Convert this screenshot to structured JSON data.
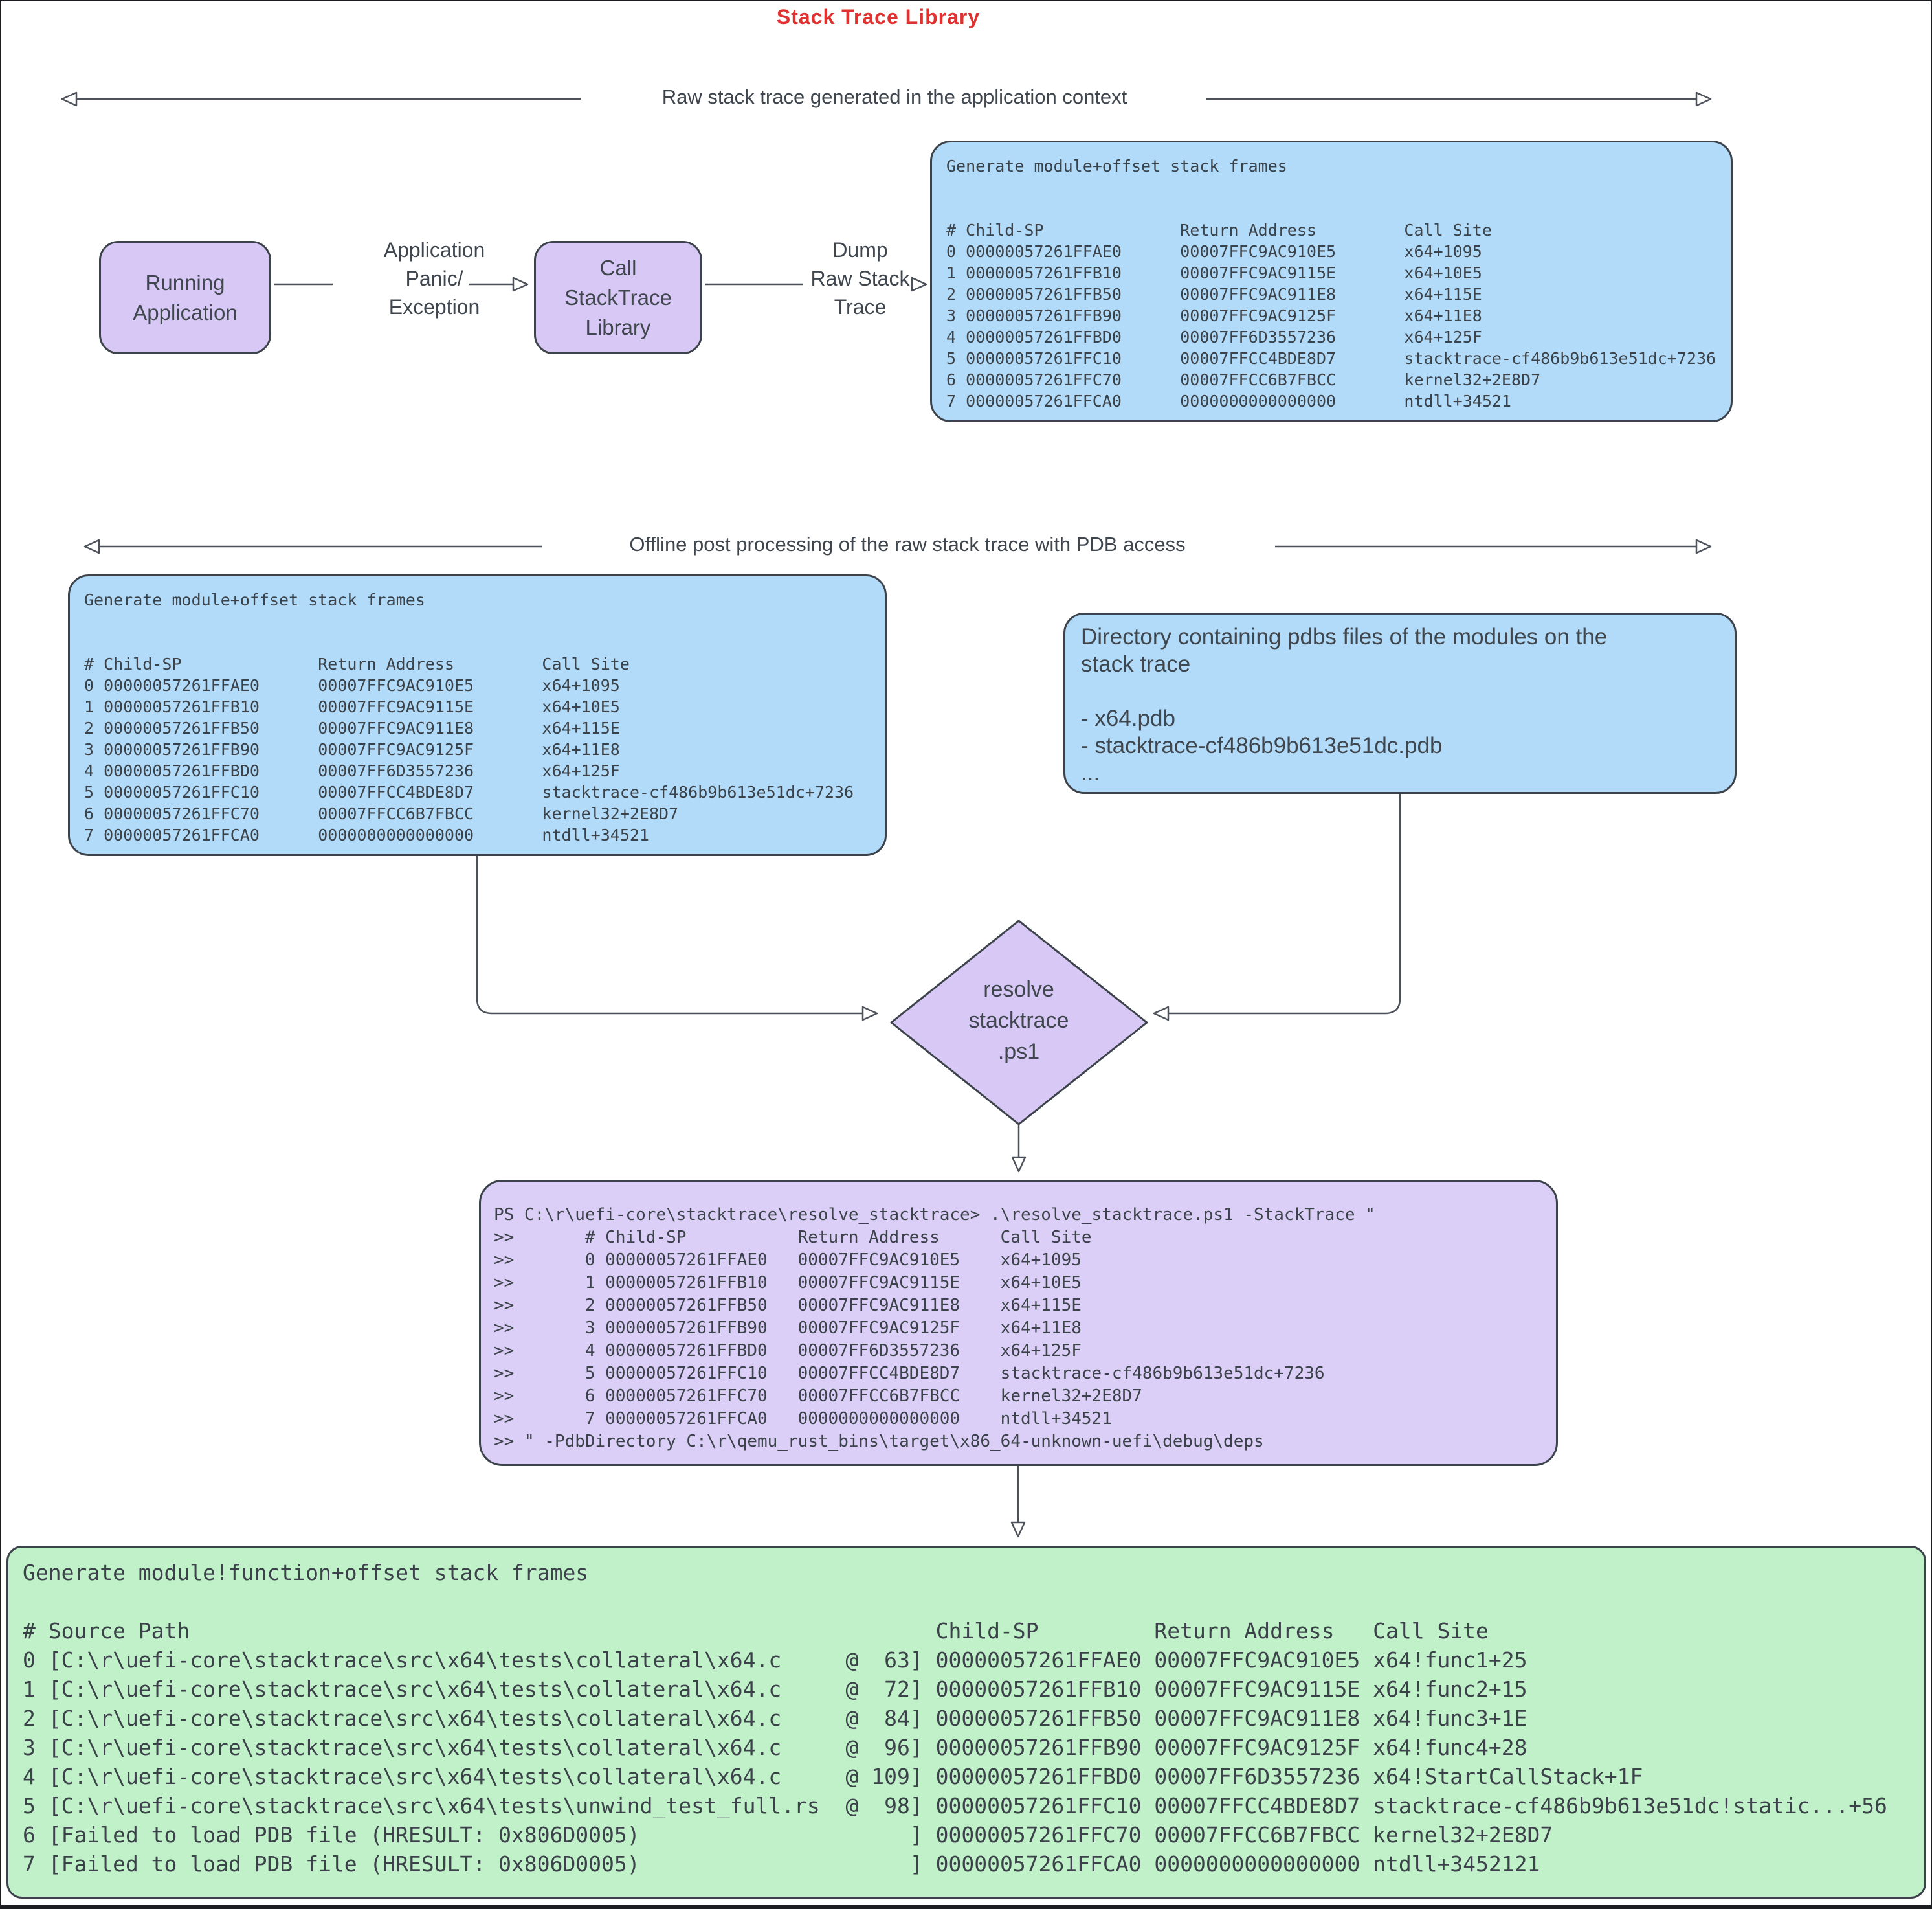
{
  "title": "Stack Trace Library",
  "colors": {
    "title_red": "#e03131",
    "box_blue": "#b1dbf8",
    "box_purple": "#d8c8f5",
    "box_terminal": "#dbcef7",
    "box_green": "#c1f1c9",
    "stroke": "#3d434b"
  },
  "sections": {
    "raw": {
      "label": "Raw stack trace generated in the application context"
    },
    "offline": {
      "label": "Offline post processing of the raw stack trace with PDB access"
    }
  },
  "flow": {
    "running_app": [
      "Running",
      "Application"
    ],
    "panic_label": [
      "Application",
      "Panic/",
      "Exception"
    ],
    "call_lib": [
      "Call",
      "StackTrace",
      "Library"
    ],
    "dump_label": [
      "Dump",
      "Raw Stack",
      "Trace"
    ]
  },
  "raw_trace": {
    "lines": [
      "Generate module+offset stack frames",
      "",
      "",
      "# Child-SP              Return Address         Call Site",
      "0 00000057261FFAE0      00007FFC9AC910E5       x64+1095",
      "1 00000057261FFB10      00007FFC9AC9115E       x64+10E5",
      "2 00000057261FFB50      00007FFC9AC911E8       x64+115E",
      "3 00000057261FFB90      00007FFC9AC9125F       x64+11E8",
      "4 00000057261FFBD0      00007FF6D3557236       x64+125F",
      "5 00000057261FFC10      00007FFCC4BDE8D7       stacktrace-cf486b9b613e51dc+7236",
      "6 00000057261FFC70      00007FFCC6B7FBCC       kernel32+2E8D7",
      "7 00000057261FFCA0      0000000000000000       ntdll+34521"
    ]
  },
  "pdb_dir": {
    "lines": [
      "Directory containing pdbs files of the modules on the",
      "stack trace",
      "",
      "- x64.pdb",
      "- stacktrace-cf486b9b613e51dc.pdb",
      "..."
    ]
  },
  "resolver": {
    "label": [
      "resolve",
      "stacktrace",
      ".ps1"
    ]
  },
  "terminal": {
    "lines": [
      "PS C:\\r\\uefi-core\\stacktrace\\resolve_stacktrace> .\\resolve_stacktrace.ps1 -StackTrace \"",
      ">>       # Child-SP           Return Address      Call Site",
      ">>       0 00000057261FFAE0   00007FFC9AC910E5    x64+1095",
      ">>       1 00000057261FFB10   00007FFC9AC9115E    x64+10E5",
      ">>       2 00000057261FFB50   00007FFC9AC911E8    x64+115E",
      ">>       3 00000057261FFB90   00007FFC9AC9125F    x64+11E8",
      ">>       4 00000057261FFBD0   00007FF6D3557236    x64+125F",
      ">>       5 00000057261FFC10   00007FFCC4BDE8D7    stacktrace-cf486b9b613e51dc+7236",
      ">>       6 00000057261FFC70   00007FFCC6B7FBCC    kernel32+2E8D7",
      ">>       7 00000057261FFCA0   0000000000000000    ntdll+34521",
      ">> \" -PdbDirectory C:\\r\\qemu_rust_bins\\target\\x86_64-unknown-uefi\\debug\\deps"
    ]
  },
  "resolved": {
    "lines": [
      "Generate module!function+offset stack frames",
      "",
      "# Source Path                                                          Child-SP         Return Address   Call Site",
      "0 [C:\\r\\uefi-core\\stacktrace\\src\\x64\\tests\\collateral\\x64.c     @  63] 00000057261FFAE0 00007FFC9AC910E5 x64!func1+25",
      "1 [C:\\r\\uefi-core\\stacktrace\\src\\x64\\tests\\collateral\\x64.c     @  72] 00000057261FFB10 00007FFC9AC9115E x64!func2+15",
      "2 [C:\\r\\uefi-core\\stacktrace\\src\\x64\\tests\\collateral\\x64.c     @  84] 00000057261FFB50 00007FFC9AC911E8 x64!func3+1E",
      "3 [C:\\r\\uefi-core\\stacktrace\\src\\x64\\tests\\collateral\\x64.c     @  96] 00000057261FFB90 00007FFC9AC9125F x64!func4+28",
      "4 [C:\\r\\uefi-core\\stacktrace\\src\\x64\\tests\\collateral\\x64.c     @ 109] 00000057261FFBD0 00007FF6D3557236 x64!StartCallStack+1F",
      "5 [C:\\r\\uefi-core\\stacktrace\\src\\x64\\tests\\unwind_test_full.rs  @  98] 00000057261FFC10 00007FFCC4BDE8D7 stacktrace-cf486b9b613e51dc!static...+56",
      "6 [Failed to load PDB file (HRESULT: 0x806D0005)                     ] 00000057261FFC70 00007FFCC6B7FBCC kernel32+2E8D7",
      "7 [Failed to load PDB file (HRESULT: 0x806D0005)                     ] 00000057261FFCA0 0000000000000000 ntdll+3452121"
    ]
  }
}
